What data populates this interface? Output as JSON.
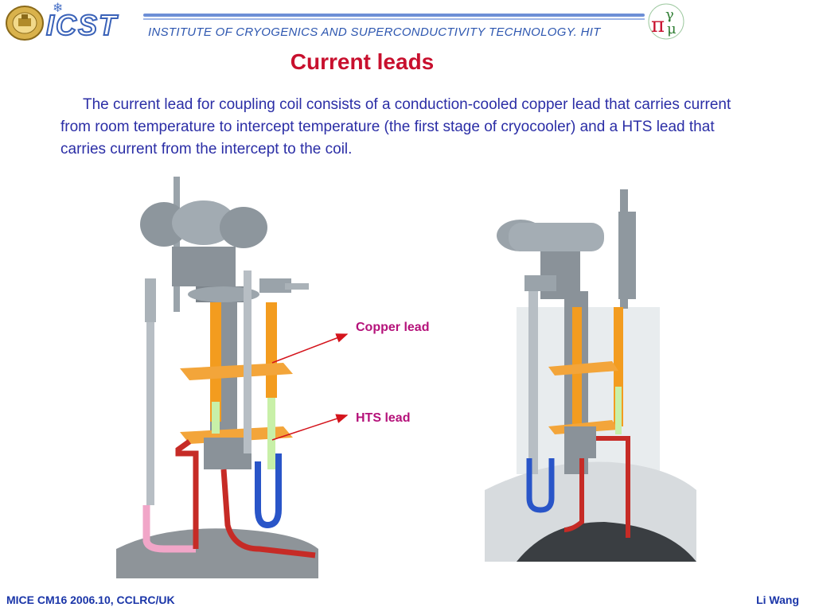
{
  "header": {
    "logo_text": "ICST",
    "institute": "INSTITUTE OF CRYOGENICS AND SUPERCONDUCTIVITY TECHNOLOGY. HIT"
  },
  "title": "Current leads",
  "paragraph": "The current lead for coupling coil consists of a conduction-cooled copper lead that carries current from room temperature to intercept temperature (the first stage of cryocooler) and a HTS lead that carries current from the intercept to the coil.",
  "labels": {
    "copper": "Copper lead",
    "hts": "HTS lead"
  },
  "footer": {
    "left": "MICE CM16 2006.10, CCLRC/UK",
    "right": "Li Wang"
  },
  "colors": {
    "title": "#c8102e",
    "body_text": "#2b2ea6",
    "label": "#b5127a",
    "arrow": "#d4141c",
    "footer": "#1a35a8"
  }
}
